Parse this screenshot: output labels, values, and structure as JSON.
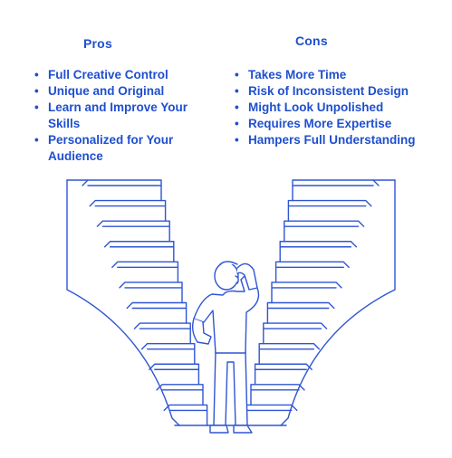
{
  "pros": {
    "title": "Pros",
    "items": [
      "Full Creative Control",
      "Unique and Original",
      "Learn and Improve Your Skills",
      "Personalized for Your Audience"
    ]
  },
  "cons": {
    "title": "Cons",
    "items": [
      "Takes More Time",
      "Risk of Inconsistent Design",
      "Might Look Unpolished",
      "Requires More Expertise",
      "Hampers Full Understanding"
    ]
  },
  "colors": {
    "text": "#1f4fcf",
    "line": "#2f55d4",
    "background": "#ffffff"
  },
  "illustration": {
    "left_stair_steps": 12,
    "right_stair_steps": 12,
    "figure": "person-thinking-icon"
  }
}
